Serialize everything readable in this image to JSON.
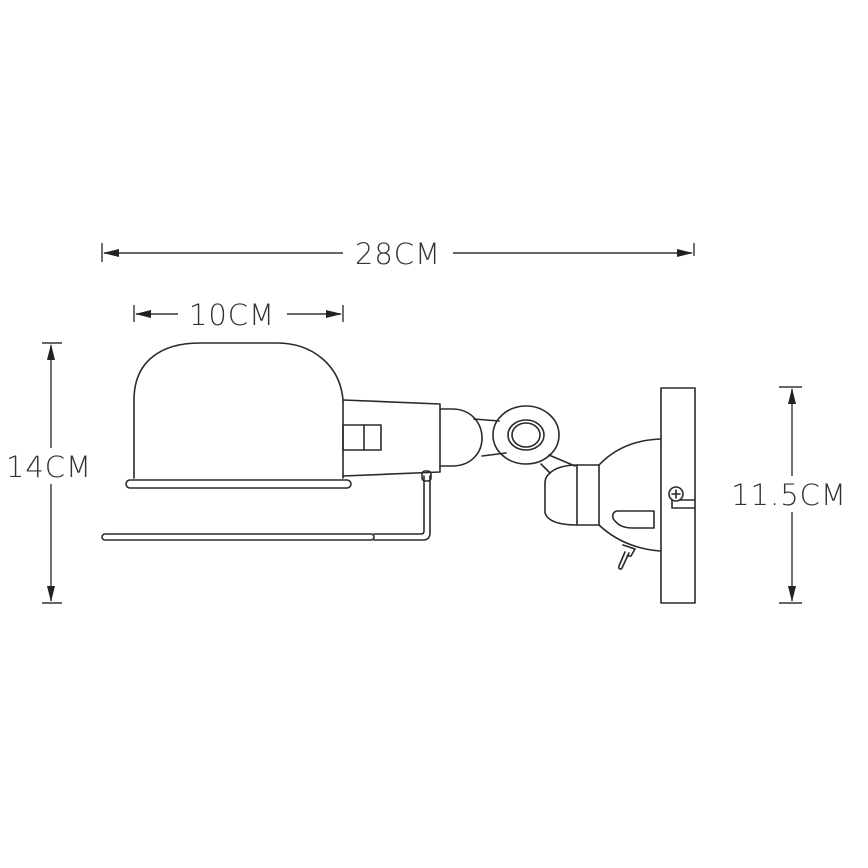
{
  "diagram": {
    "subject": "Wall lamp dimension drawing",
    "line_color": "#2a2a2a",
    "background": "#ffffff",
    "dimensions": {
      "total_width": {
        "label": "28CM"
      },
      "shade_width": {
        "label": "10CM"
      },
      "total_height": {
        "label": "14CM"
      },
      "mount_height": {
        "label": "11.5CM"
      }
    },
    "parts": [
      "shade",
      "shade-rim",
      "neck",
      "switch-block",
      "joint-cap",
      "arm",
      "pivot-knob",
      "base-bulb",
      "wall-plate",
      "screw",
      "toggle-switch",
      "guard-rod"
    ]
  }
}
